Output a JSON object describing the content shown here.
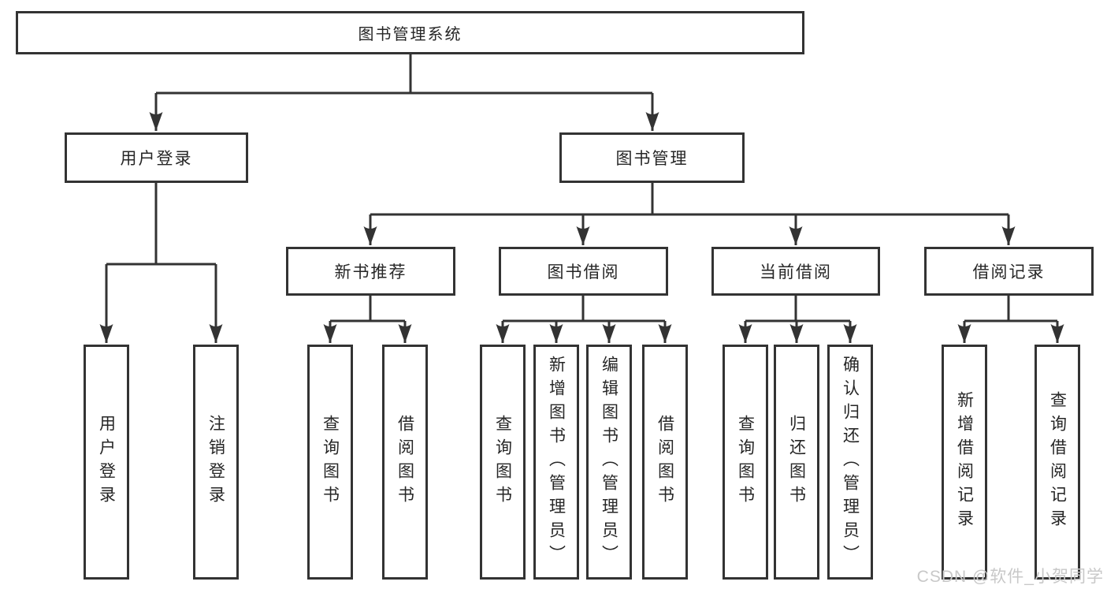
{
  "diagram": {
    "root": {
      "label": "图书管理系统"
    },
    "branches": [
      {
        "label": "用户登录",
        "children": [
          {
            "label": "用户登录"
          },
          {
            "label": "注销登录"
          }
        ]
      },
      {
        "label": "图书管理",
        "children": [
          {
            "label": "新书推荐",
            "children": [
              {
                "label": "查询图书"
              },
              {
                "label": "借阅图书"
              }
            ]
          },
          {
            "label": "图书借阅",
            "children": [
              {
                "label": "查询图书"
              },
              {
                "label": "新增图书（管理员）"
              },
              {
                "label": "编辑图书（管理员）"
              },
              {
                "label": "借阅图书"
              }
            ]
          },
          {
            "label": "当前借阅",
            "children": [
              {
                "label": "查询图书"
              },
              {
                "label": "归还图书"
              },
              {
                "label": "确认归还（管理员）"
              }
            ]
          },
          {
            "label": "借阅记录",
            "children": [
              {
                "label": "新增借阅记录"
              },
              {
                "label": "查询借阅记录"
              }
            ]
          }
        ]
      }
    ]
  },
  "watermark": {
    "text": "CSDN @软件_小贺同学"
  },
  "colors": {
    "line": "#333333",
    "text": "#262626",
    "background": "#ffffff",
    "watermark": "#c8c8c8"
  }
}
